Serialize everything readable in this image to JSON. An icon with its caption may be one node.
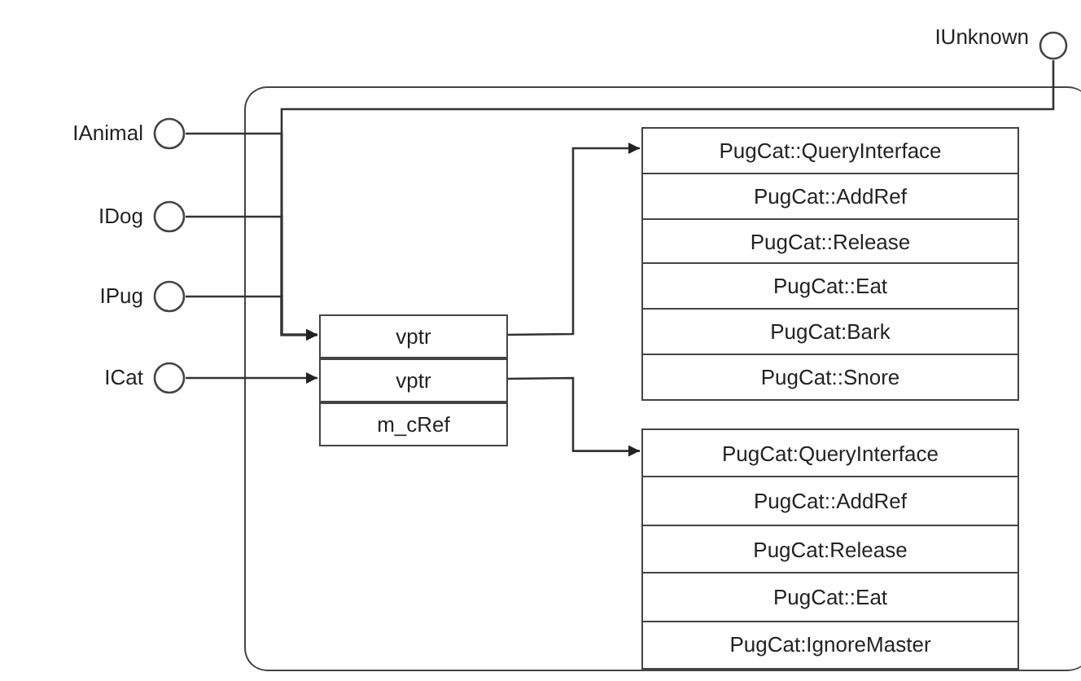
{
  "diagram": {
    "nodes": [
      {
        "text": [],
        "shape": "circle",
        "beside": [
          "IUnknown"
        ]
      },
      {
        "text": [],
        "shape": "box"
      },
      {
        "text": [],
        "shape": "circle",
        "beside": [
          "IAnimal"
        ]
      },
      {
        "text": [],
        "shape": "circle",
        "beside": [
          "IDog"
        ]
      },
      {
        "text": [],
        "shape": "circle",
        "beside": [
          "IPug"
        ]
      },
      {
        "text": [],
        "shape": "circle",
        "beside": [
          "ICat"
        ]
      },
      {
        "text": [
          "vptr"
        ],
        "in": 1
      },
      {
        "text": [
          "vptr"
        ],
        "in": 1
      },
      {
        "text": [
          "m_cRef"
        ],
        "in": 1
      },
      {
        "text": [
          "PugCat::QueryInterface",
          "PugCat::AddRef",
          "PugCat::Release",
          "PugCat::Eat",
          "PugCat:Bark",
          "PugCat::Snore"
        ],
        "in": 1
      },
      {
        "text": [
          "PugCat:QueryInterface",
          "PugCat::AddRef",
          "PugCat:Release",
          "PugCat::Eat",
          "PugCat:IgnoreMaster"
        ],
        "in": 1
      }
    ],
    "edges": [
      {
        "from": 0,
        "to": 6,
        "arrow": "to"
      },
      {
        "from": 2,
        "to": 6,
        "arrow": "to"
      },
      {
        "from": 3,
        "to": 6,
        "arrow": "to"
      },
      {
        "from": 4,
        "to": 6,
        "arrow": "to"
      },
      {
        "from": 5,
        "to": 7,
        "arrow": "to"
      },
      {
        "from": 6,
        "to": 9,
        "arrow": "to"
      },
      {
        "from": 7,
        "to": 10,
        "arrow": "to"
      }
    ]
  }
}
